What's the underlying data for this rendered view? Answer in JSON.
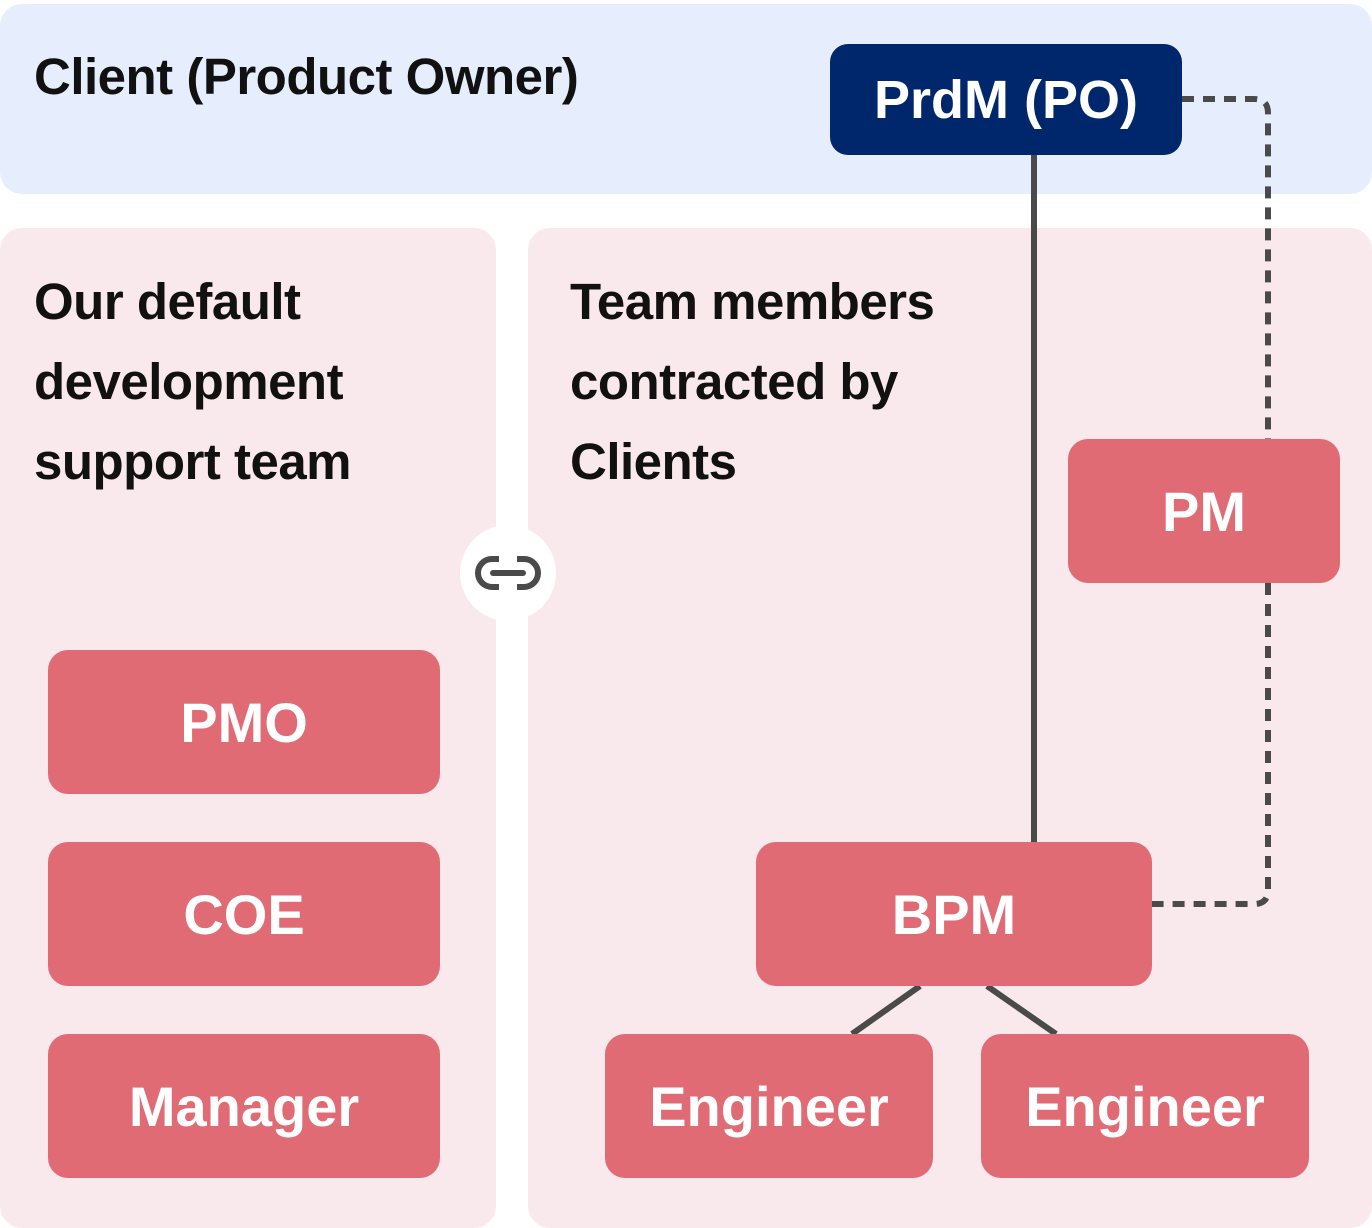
{
  "client": {
    "title": "Client (Product Owner)",
    "product_manager_label": "PrdM (PO)"
  },
  "default_team": {
    "title": "Our default development support team",
    "roles": [
      "PMO",
      "COE",
      "Manager"
    ]
  },
  "client_team": {
    "title": "Team members contracted  by Clients",
    "pm_label": "PM",
    "bpm_label": "BPM",
    "engineers": [
      "Engineer",
      "Engineer"
    ]
  },
  "icons": {
    "link": "link-icon"
  },
  "colors": {
    "client_band": "#e6eefd",
    "team_panel": "#f9e9ec",
    "role_box": "#e06b74",
    "prdm_box": "#00266b",
    "connector": "#4a4a4a"
  },
  "connectors": [
    {
      "from": "PrdM (PO)",
      "to": "BPM",
      "style": "solid"
    },
    {
      "from": "PrdM (PO)",
      "to": "PM",
      "style": "dashed"
    },
    {
      "from": "PM",
      "to": "BPM",
      "style": "dashed"
    },
    {
      "from": "BPM",
      "to": "Engineer",
      "style": "solid"
    },
    {
      "from": "BPM",
      "to": "Engineer",
      "style": "solid"
    }
  ]
}
